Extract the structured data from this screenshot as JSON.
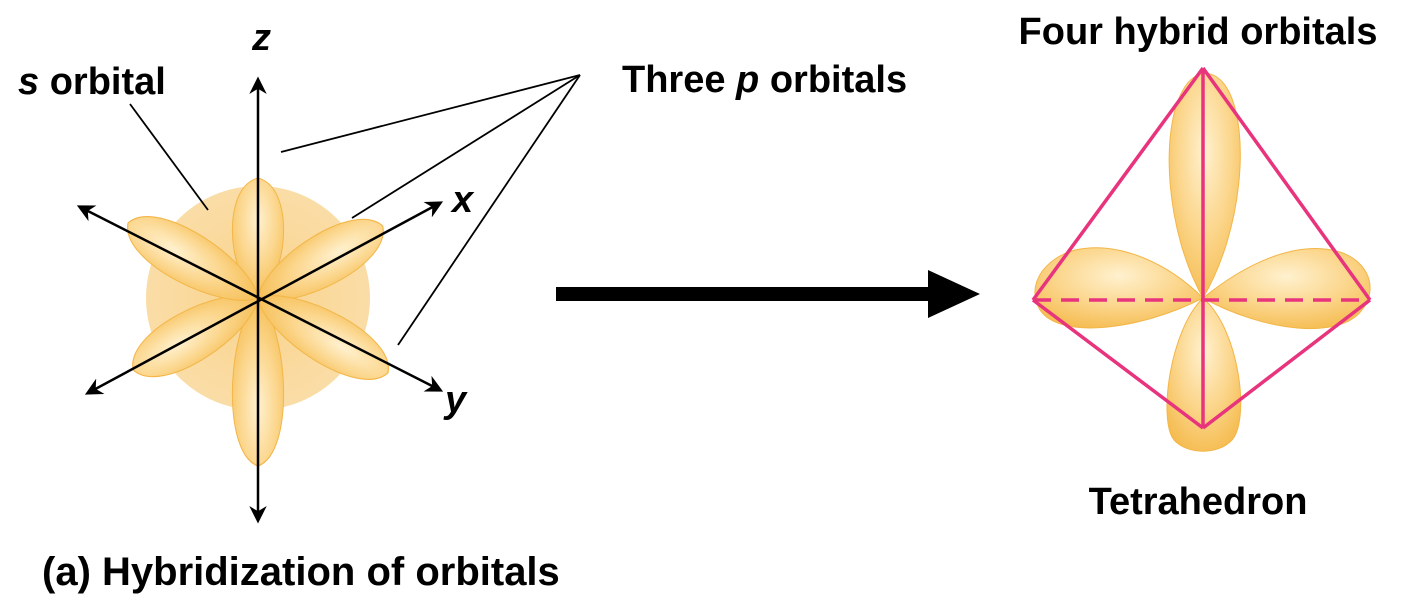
{
  "labels": {
    "s_orbital_italic": "s",
    "s_orbital_rest": " orbital",
    "p_orbitals_pre": "Three ",
    "p_orbitals_italic": "p",
    "p_orbitals_post": " orbitals",
    "axis_z": "z",
    "axis_x": "x",
    "axis_y": "y",
    "hybrid_title": "Four hybrid orbitals",
    "tetrahedron": "Tetrahedron",
    "caption": "(a) Hybridization of orbitals"
  },
  "colors": {
    "orbital_fill": "#f7c25a",
    "orbital_light": "#fde3a7",
    "tetrahedron_edge": "#e8337d",
    "ink": "#000000"
  }
}
